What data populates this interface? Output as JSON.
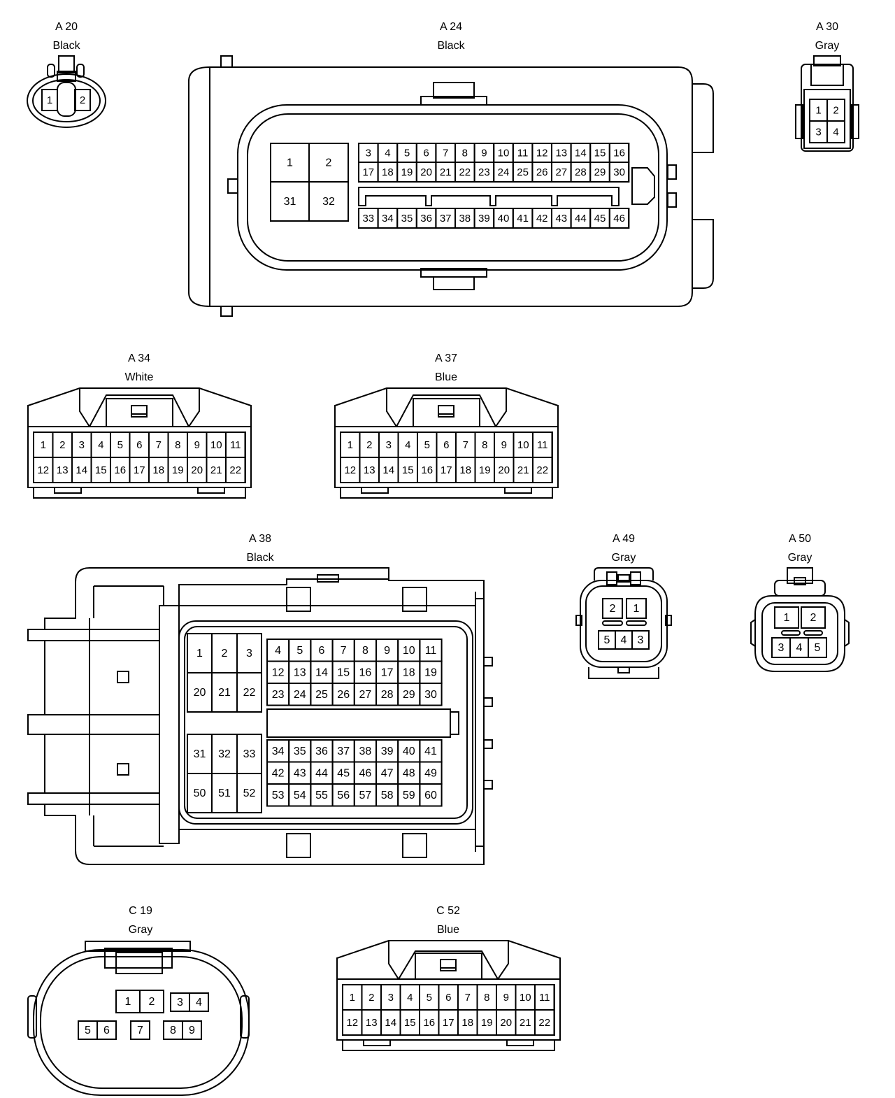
{
  "connectors": {
    "a20": {
      "id": "A 20",
      "color": "Black",
      "pins": [
        "1",
        "2"
      ]
    },
    "a24": {
      "id": "A 24",
      "color": "Black",
      "big_pins": [
        "1",
        "2",
        "31",
        "32"
      ],
      "row1": [
        "3",
        "4",
        "5",
        "6",
        "7",
        "8",
        "9",
        "10",
        "11",
        "12",
        "13",
        "14",
        "15",
        "16"
      ],
      "row2": [
        "17",
        "18",
        "19",
        "20",
        "21",
        "22",
        "23",
        "24",
        "25",
        "26",
        "27",
        "28",
        "29",
        "30"
      ],
      "row3": [
        "33",
        "34",
        "35",
        "36",
        "37",
        "38",
        "39",
        "40",
        "41",
        "42",
        "43",
        "44",
        "45",
        "46"
      ]
    },
    "a30": {
      "id": "A 30",
      "color": "Gray",
      "pins": [
        "1",
        "2",
        "3",
        "4"
      ]
    },
    "a34": {
      "id": "A 34",
      "color": "White",
      "row1": [
        "1",
        "2",
        "3",
        "4",
        "5",
        "6",
        "7",
        "8",
        "9",
        "10",
        "11"
      ],
      "row2": [
        "12",
        "13",
        "14",
        "15",
        "16",
        "17",
        "18",
        "19",
        "20",
        "21",
        "22"
      ]
    },
    "a37": {
      "id": "A 37",
      "color": "Blue",
      "row1": [
        "1",
        "2",
        "3",
        "4",
        "5",
        "6",
        "7",
        "8",
        "9",
        "10",
        "11"
      ],
      "row2": [
        "12",
        "13",
        "14",
        "15",
        "16",
        "17",
        "18",
        "19",
        "20",
        "21",
        "22"
      ]
    },
    "a38": {
      "id": "A 38",
      "color": "Black",
      "big_top": [
        "1",
        "2",
        "3",
        "20",
        "21",
        "22"
      ],
      "small_top": [
        [
          "4",
          "5",
          "6",
          "7",
          "8",
          "9",
          "10",
          "11"
        ],
        [
          "12",
          "13",
          "14",
          "15",
          "16",
          "17",
          "18",
          "19"
        ],
        [
          "23",
          "24",
          "25",
          "26",
          "27",
          "28",
          "29",
          "30"
        ]
      ],
      "big_bottom": [
        "31",
        "32",
        "33",
        "50",
        "51",
        "52"
      ],
      "small_bottom": [
        [
          "34",
          "35",
          "36",
          "37",
          "38",
          "39",
          "40",
          "41"
        ],
        [
          "42",
          "43",
          "44",
          "45",
          "46",
          "47",
          "48",
          "49"
        ],
        [
          "53",
          "54",
          "55",
          "56",
          "57",
          "58",
          "59",
          "60"
        ]
      ]
    },
    "a49": {
      "id": "A 49",
      "color": "Gray",
      "top": [
        "2",
        "1"
      ],
      "bottom": [
        "5",
        "4",
        "3"
      ]
    },
    "a50": {
      "id": "A 50",
      "color": "Gray",
      "top": [
        "1",
        "2"
      ],
      "bottom": [
        "3",
        "4",
        "5"
      ]
    },
    "c19": {
      "id": "C 19",
      "color": "Gray",
      "pins": [
        "1",
        "2",
        "3",
        "4",
        "5",
        "6",
        "7",
        "8",
        "9"
      ]
    },
    "c52": {
      "id": "C 52",
      "color": "Blue",
      "row1": [
        "1",
        "2",
        "3",
        "4",
        "5",
        "6",
        "7",
        "8",
        "9",
        "10",
        "11"
      ],
      "row2": [
        "12",
        "13",
        "14",
        "15",
        "16",
        "17",
        "18",
        "19",
        "20",
        "21",
        "22"
      ]
    }
  }
}
